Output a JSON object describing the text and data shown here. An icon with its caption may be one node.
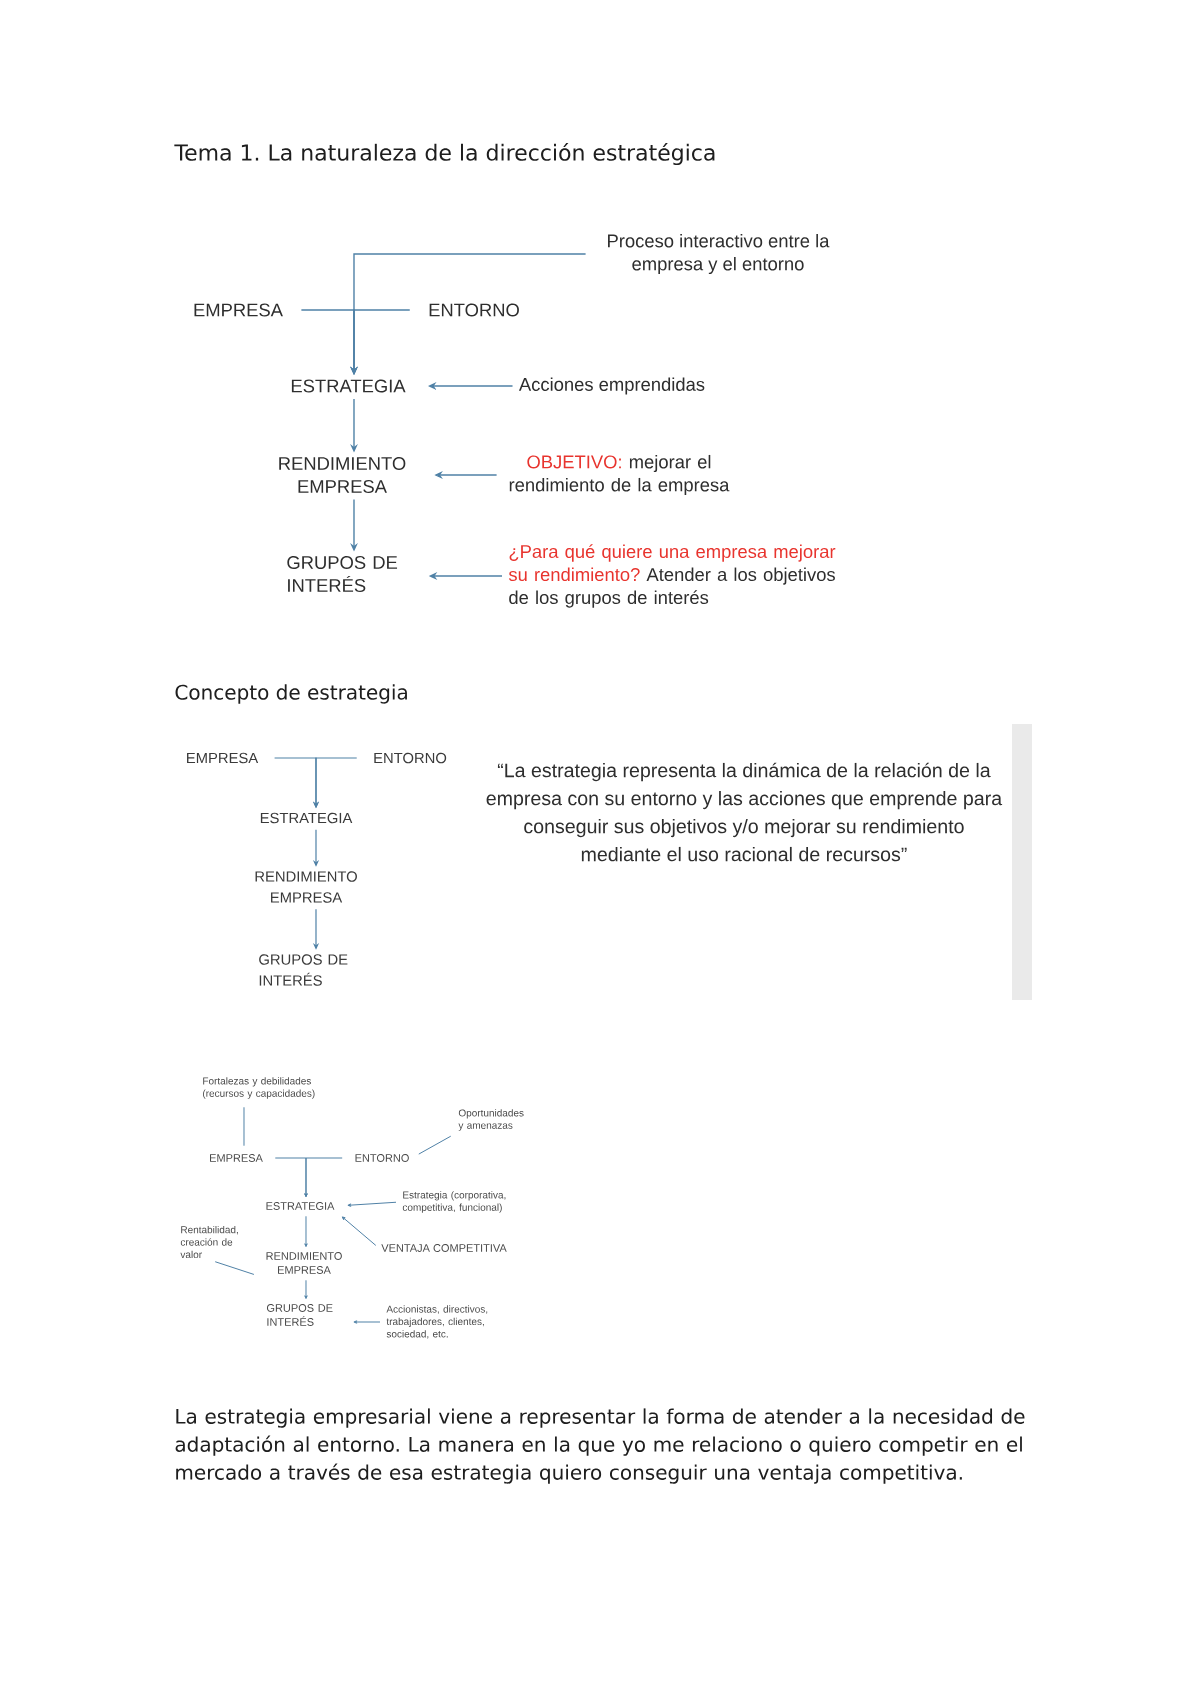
{
  "diagram": {
    "title": "Tema 1. La naturaleza de la dirección estratégica",
    "nodes": [
      {
        "text": [
          "EMPRESA"
        ]
      },
      {
        "text": [
          "ENTORNO"
        ]
      },
      {
        "text": [
          "Proceso interactivo entre la empresa y el entorno"
        ]
      },
      {
        "text": [
          "ESTRATEGIA"
        ]
      },
      {
        "text": [
          "Acciones emprendidas"
        ]
      },
      {
        "text": [
          "RENDIMIENTO EMPRESA"
        ]
      },
      {
        "text": [
          "OBJETIVO:",
          "mejorar el rendimiento de la empresa"
        ]
      },
      {
        "text": [
          "GRUPOS DE INTERÉS"
        ]
      },
      {
        "text": [
          "¿Para qué quiere una empresa mejorar su rendimiento?",
          "Atender a los objetivos de los grupos de interés"
        ]
      },
      {
        "text": [
          "EMPRESA"
        ]
      },
      {
        "text": [
          "ENTORNO"
        ]
      },
      {
        "text": [
          "ESTRATEGIA"
        ]
      },
      {
        "text": [
          "RENDIMIENTO EMPRESA"
        ]
      },
      {
        "text": [
          "GRUPOS DE INTERÉS"
        ]
      },
      {
        "text": [
          "Fortalezas y debilidades (recursos y capacidades)"
        ]
      },
      {
        "text": [
          "Oportunidades y amenazas"
        ]
      },
      {
        "text": [
          "EMPRESA"
        ]
      },
      {
        "text": [
          "ENTORNO"
        ]
      },
      {
        "text": [
          "ESTRATEGIA"
        ]
      },
      {
        "text": [
          "Estrategia (corporativa, competitiva, funcional)"
        ]
      },
      {
        "text": [
          "Rentabilidad, creación de valor"
        ]
      },
      {
        "text": [
          "RENDIMIENTO EMPRESA"
        ]
      },
      {
        "text": [
          "VENTAJA COMPETITIVA"
        ]
      },
      {
        "text": [
          "GRUPOS DE INTERÉS"
        ]
      },
      {
        "text": [
          "Accionistas, directivos, trabajadores, clientes, sociedad, etc."
        ]
      }
    ],
    "edges": [
      {
        "from": 0,
        "to": 3,
        "arrow": "to"
      },
      {
        "from": 1,
        "to": 3,
        "arrow": "to"
      },
      {
        "from": 2,
        "to": 3,
        "arrow": "to"
      },
      {
        "from": 4,
        "to": 3,
        "arrow": "to"
      },
      {
        "from": 3,
        "to": 5,
        "arrow": "to"
      },
      {
        "from": 6,
        "to": 5,
        "arrow": "to"
      },
      {
        "from": 5,
        "to": 7,
        "arrow": "to"
      },
      {
        "from": 8,
        "to": 7,
        "arrow": "to"
      },
      {
        "from": 9,
        "to": 11,
        "arrow": "to"
      },
      {
        "from": 10,
        "to": 11,
        "arrow": "to"
      },
      {
        "from": 11,
        "to": 12,
        "arrow": "to"
      },
      {
        "from": 12,
        "to": 13,
        "arrow": "to"
      },
      {
        "from": 14,
        "to": 16,
        "arrow": "none"
      },
      {
        "from": 15,
        "to": 17,
        "arrow": "none"
      },
      {
        "from": 16,
        "to": 18,
        "arrow": "to"
      },
      {
        "from": 17,
        "to": 18,
        "arrow": "to"
      },
      {
        "from": 19,
        "to": 18,
        "arrow": "to"
      },
      {
        "from": 22,
        "to": 18,
        "arrow": "to"
      },
      {
        "from": 18,
        "to": 21,
        "arrow": "to"
      },
      {
        "from": 20,
        "to": 21,
        "arrow": "none"
      },
      {
        "from": 21,
        "to": 23,
        "arrow": "to"
      },
      {
        "from": 24,
        "to": 23,
        "arrow": "to"
      }
    ],
    "labels": [
      "Concepto de estrategia",
      "“La estrategia representa la dinámica de la relación de la empresa con su entorno y las acciones que emprende para conseguir sus objetivos y/o mejorar su rendimiento mediante el uso racional de recursos”",
      "La estrategia empresarial viene a representar la forma de atender a la necesidad de adaptación al entorno. La manera en la que yo me relaciono o quiero competir en el mercado a través de esa estrategia quiero conseguir una ventaja competitiva."
    ]
  }
}
